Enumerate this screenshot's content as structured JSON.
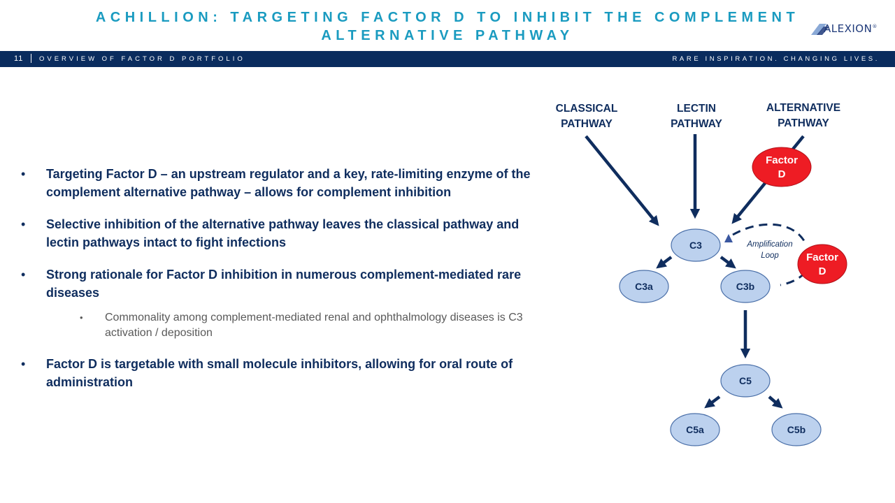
{
  "header": {
    "title_line1": "ACHILLION: TARGETING FACTOR D TO INHIBIT THE COMPLEMENT",
    "title_line2": "ALTERNATIVE PATHWAY",
    "logo_text": "ALEXION",
    "logo_mark": "®"
  },
  "bar": {
    "page_number": "11",
    "section": "OVERVIEW OF FACTOR D PORTFOLIO",
    "tagline": "RARE INSPIRATION. CHANGING LIVES."
  },
  "bullets": {
    "b1": "Targeting Factor D – an upstream regulator and a key, rate-limiting enzyme of the complement alternative pathway – allows for complement inhibition",
    "b2": "Selective inhibition of the alternative pathway leaves the classical pathway and lectin pathways intact to fight infections",
    "b3": "Strong rationale for Factor D inhibition in numerous complement-mediated rare diseases",
    "b3_sub": "Commonality among complement-mediated renal and ophthalmology diseases is C3 activation / deposition",
    "b4": "Factor D is targetable with small molecule inhibitors, allowing for oral route of administration"
  },
  "diagram": {
    "classical_l1": "CLASSICAL",
    "classical_l2": "PATHWAY",
    "lectin_l1": "LECTIN",
    "lectin_l2": "PATHWAY",
    "alternative_l1": "ALTERNATIVE",
    "alternative_l2": "PATHWAY",
    "factor_d_l1": "Factor",
    "factor_d_l2": "D",
    "c3": "C3",
    "c3a": "C3a",
    "c3b": "C3b",
    "c5": "C5",
    "c5a": "C5a",
    "c5b": "C5b",
    "loop_l1": "Amplification",
    "loop_l2": "Loop",
    "colors": {
      "node_fill": "#bcd1ee",
      "node_stroke": "#4a6fa8",
      "factor_fill": "#ee1c24",
      "arrow": "#0f2d5e",
      "title": "#1a9bc0",
      "bar": "#0a2c5e"
    }
  }
}
